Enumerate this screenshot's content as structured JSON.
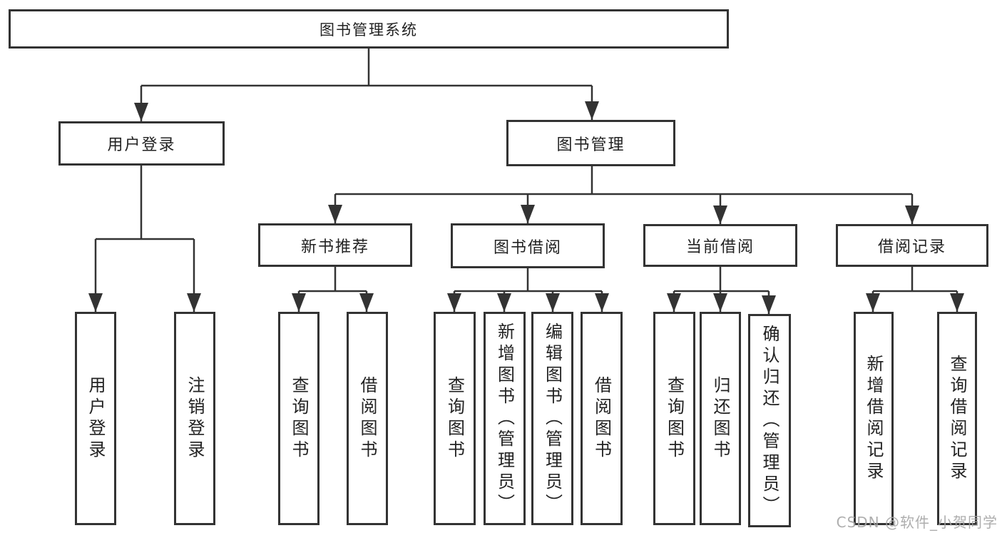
{
  "tree": {
    "root": "图书管理系统",
    "level2": {
      "user_login": "用户登录",
      "book_mgmt": "图书管理"
    },
    "level3": {
      "new_book_rec": "新书推荐",
      "book_borrow": "图书借阅",
      "current_borrow": "当前借阅",
      "borrow_records": "借阅记录"
    },
    "leaves": {
      "user_login": [
        "用户登录",
        "注销登录"
      ],
      "new_book_rec": [
        "查询图书",
        "借阅图书"
      ],
      "book_borrow": [
        "查询图书",
        "新增图书（管理员）",
        "编辑图书（管理员）",
        "借阅图书"
      ],
      "current_borrow": [
        "查询图书",
        "归还图书",
        "确认归还（管理员）"
      ],
      "borrow_records": [
        "新增借阅记录",
        "查询借阅记录"
      ]
    }
  },
  "watermark": {
    "text": "CSDN @软件_小贺同学",
    "color": "#a5a5a5"
  },
  "colors": {
    "line": "#333333",
    "box_border": "#333333",
    "text": "#222222",
    "background": "#ffffff"
  }
}
